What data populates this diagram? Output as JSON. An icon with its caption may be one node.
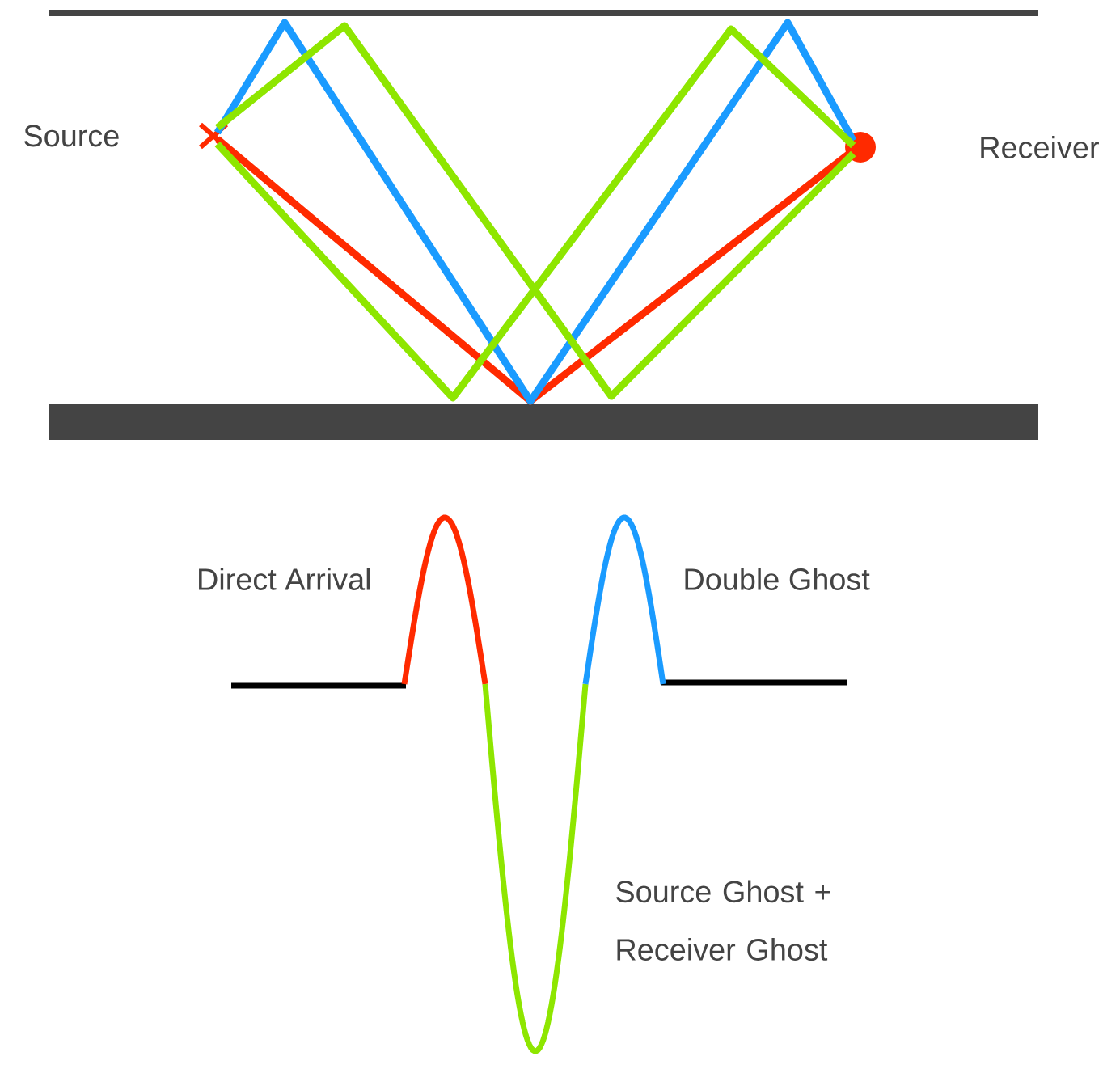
{
  "diagram": {
    "nodes": [
      {
        "text": [
          "Source"
        ]
      },
      {
        "text": [
          "Receiver"
        ]
      }
    ],
    "edges": [
      {
        "from": 0,
        "to": 1,
        "arrow": "none",
        "color": "#ff2a00"
      },
      {
        "from": 0,
        "to": 1,
        "arrow": "none",
        "color": "#1a9bff"
      },
      {
        "from": 0,
        "to": 1,
        "arrow": "none",
        "color": "#8ee600"
      },
      {
        "from": 0,
        "to": 1,
        "arrow": "none",
        "color": "#8ee600"
      }
    ],
    "labels": [
      "Direct Arrival",
      "Double Ghost",
      "Source Ghost + Receiver Ghost"
    ]
  }
}
